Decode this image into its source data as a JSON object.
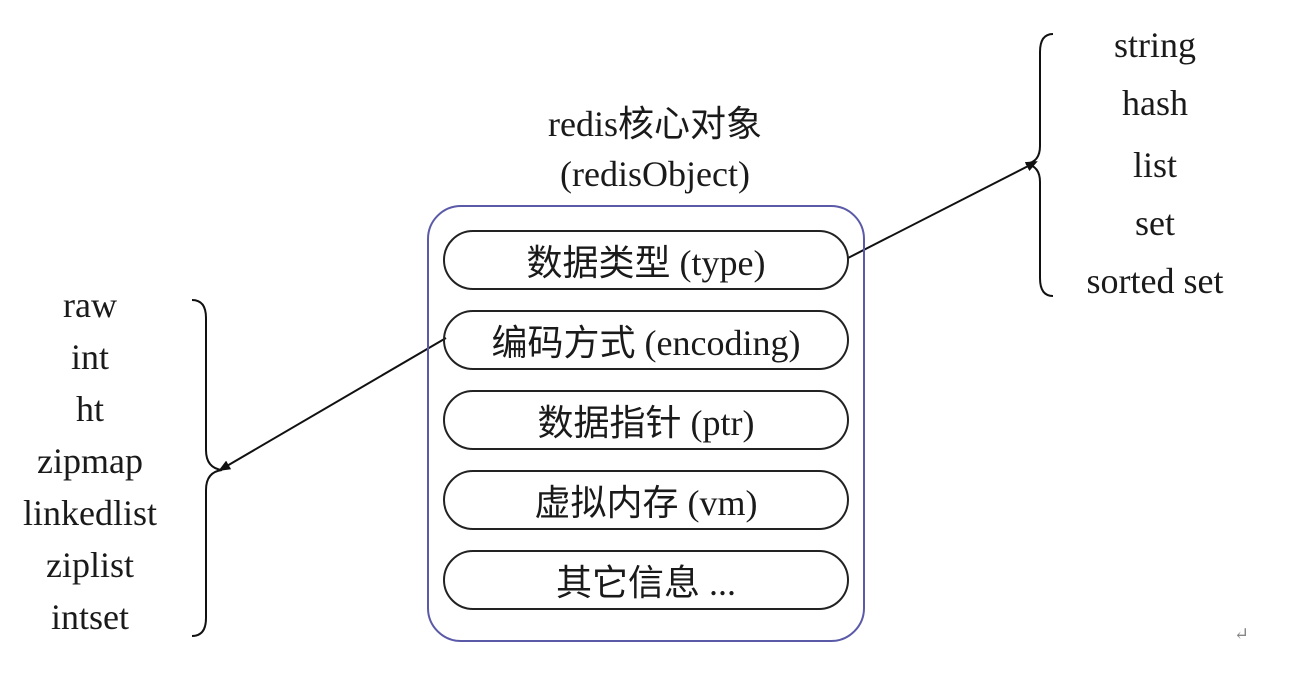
{
  "title": {
    "line1": "redis核心对象",
    "line2": "(redisObject)"
  },
  "fields": [
    "数据类型 (type)",
    "编码方式 (encoding)",
    "数据指针 (ptr)",
    "虚拟内存 (vm)",
    "其它信息 ..."
  ],
  "encodings": [
    "raw",
    "int",
    "ht",
    "zipmap",
    "linkedlist",
    "ziplist",
    "intset"
  ],
  "types": [
    "string",
    "hash",
    "list",
    "set",
    "sorted set"
  ],
  "return_mark": "↵"
}
